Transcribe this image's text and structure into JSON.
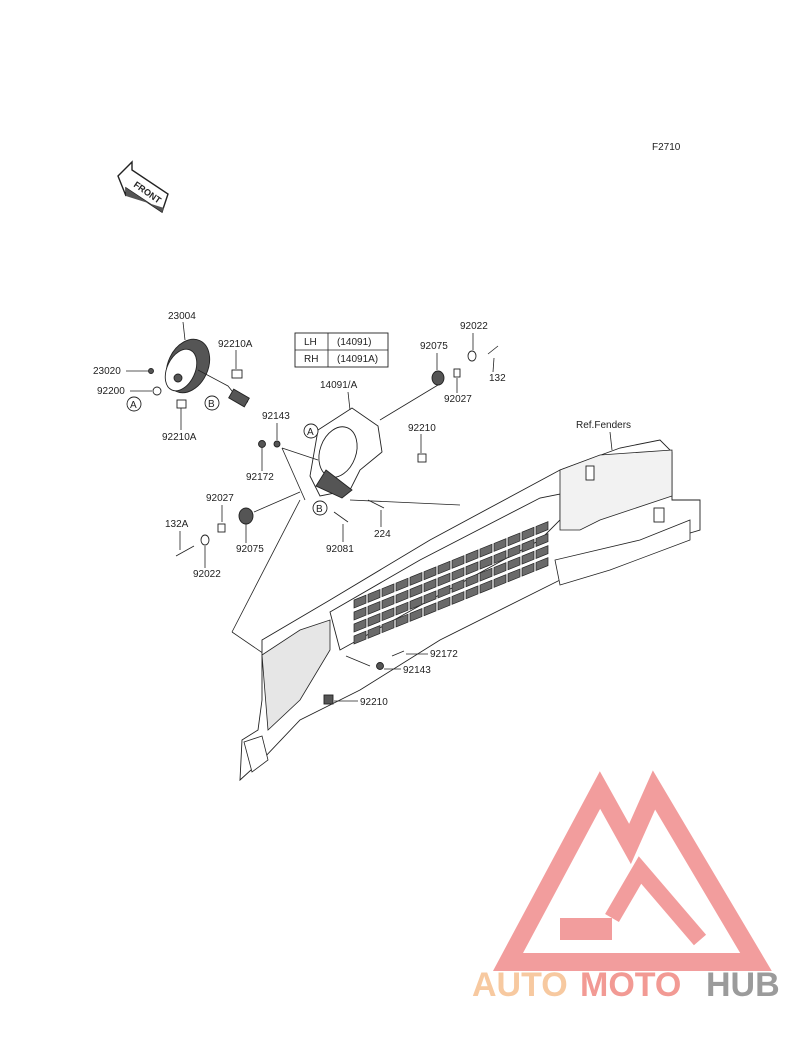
{
  "figure_code": "F2710",
  "direction_label": "FRONT",
  "side_table": {
    "rows": [
      {
        "side": "LH",
        "part": "(14091)"
      },
      {
        "side": "RH",
        "part": "(14091A)"
      }
    ]
  },
  "callouts": {
    "ref_a": "A",
    "ref_b": "B"
  },
  "part_labels": {
    "p23004": "23004",
    "p92210A_top": "92210A",
    "p23020": "23020",
    "p92200": "92200",
    "p92210A_bottom": "92210A",
    "p92022_top": "92022",
    "p92075_top": "92075",
    "p132": "132",
    "p92027_top": "92027",
    "p14091A": "14091/A",
    "p92210_mid": "92210",
    "p92143_top": "92143",
    "p92172_top": "92172",
    "p92027_left": "92027",
    "p132A": "132A",
    "p92075_left": "92075",
    "p92022_left": "92022",
    "p92081": "92081",
    "p224": "224",
    "p_ref_fenders": "Ref.Fenders",
    "p92172_bottom": "92172",
    "p92143_bottom": "92143",
    "p92210_bottom": "92210"
  },
  "watermark": {
    "part1": "AUTO",
    "part2": "MOTO",
    "part3": "HUB",
    "color_auto": "#f7c9a0",
    "color_moto": "#f29a94",
    "color_hub": "#9b9b9b",
    "logo_color": "#f08c8c"
  }
}
